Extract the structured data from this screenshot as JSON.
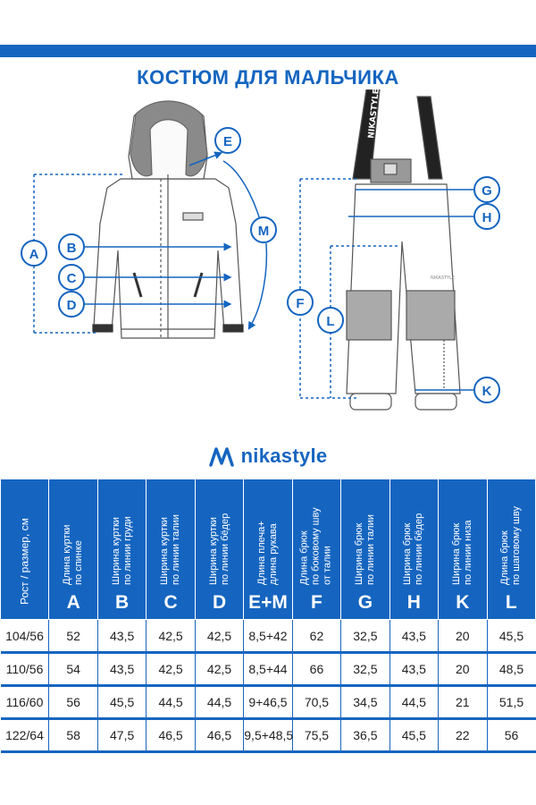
{
  "title": "КОСТЮМ ДЛЯ МАЛЬЧИКА",
  "brand": {
    "name": "nikastyle",
    "color": "#1565c0"
  },
  "jacket_markers": [
    "A",
    "B",
    "C",
    "D",
    "E",
    "M"
  ],
  "pants_markers": [
    "G",
    "H",
    "F",
    "L",
    "K"
  ],
  "strap_print": "NIKASTYLE",
  "pants_tag": "NIKASTYLE",
  "table": {
    "first_header": "Рост / размер, см",
    "columns": [
      {
        "label": "Длина куртки\nпо спинке",
        "letter": "A"
      },
      {
        "label": "Ширина куртки\nпо линии груди",
        "letter": "B"
      },
      {
        "label": "Ширина куртки\nпо линии талии",
        "letter": "C"
      },
      {
        "label": "Ширина куртки\nпо линии бёдер",
        "letter": "D"
      },
      {
        "label": "Длина плеча+\nдлина рукава",
        "letter": "E+M"
      },
      {
        "label": "Длина брюк\nпо боковому шву\nот талии",
        "letter": "F"
      },
      {
        "label": "Ширина брюк\nпо линии талии",
        "letter": "G"
      },
      {
        "label": "Ширина брюк\nпо линии бёдер",
        "letter": "H"
      },
      {
        "label": "Ширина брюк\nпо линии низа",
        "letter": "K"
      },
      {
        "label": "Длина брюк\nпо шаговому шву",
        "letter": "L"
      }
    ],
    "rows": [
      [
        "104/56",
        "52",
        "43,5",
        "42,5",
        "42,5",
        "8,5+42",
        "62",
        "32,5",
        "43,5",
        "20",
        "45,5"
      ],
      [
        "110/56",
        "54",
        "43,5",
        "42,5",
        "42,5",
        "8,5+44",
        "66",
        "32,5",
        "43,5",
        "20",
        "48,5"
      ],
      [
        "116/60",
        "56",
        "45,5",
        "44,5",
        "44,5",
        "9+46,5",
        "70,5",
        "34,5",
        "44,5",
        "21",
        "51,5"
      ],
      [
        "122/64",
        "58",
        "47,5",
        "46,5",
        "46,5",
        "9,5+48,5",
        "75,5",
        "36,5",
        "45,5",
        "22",
        "56"
      ]
    ]
  }
}
